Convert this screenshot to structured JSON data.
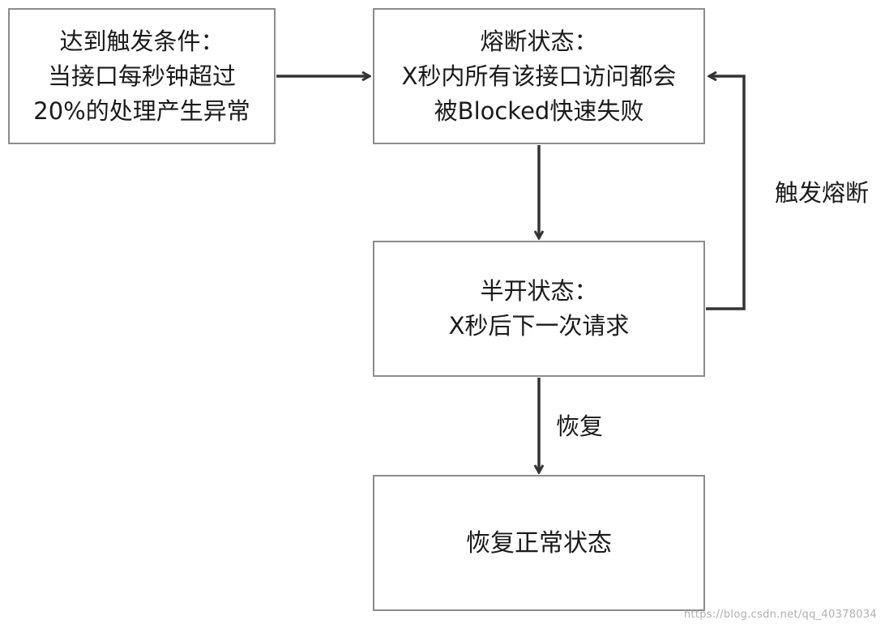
{
  "nodes": {
    "trigger": {
      "lines": [
        "达到触发条件：",
        "当接口每秒钟超过",
        "20%的处理产生异常"
      ]
    },
    "open": {
      "lines": [
        "熔断状态：",
        "X秒内所有该接口访问都会",
        "被Blocked快速失败"
      ]
    },
    "half_open": {
      "lines": [
        "半开状态：",
        "X秒后下一次请求"
      ]
    },
    "normal": {
      "lines": [
        "恢复正常状态"
      ]
    }
  },
  "edges": {
    "trip_label": "触发熔断",
    "recover_label": "恢复"
  },
  "watermark": "https://blog.csdn.net/qq_40378034",
  "colors": {
    "border": "#8c8c8c",
    "arrow": "#333333",
    "text": "#1a1a1a"
  }
}
